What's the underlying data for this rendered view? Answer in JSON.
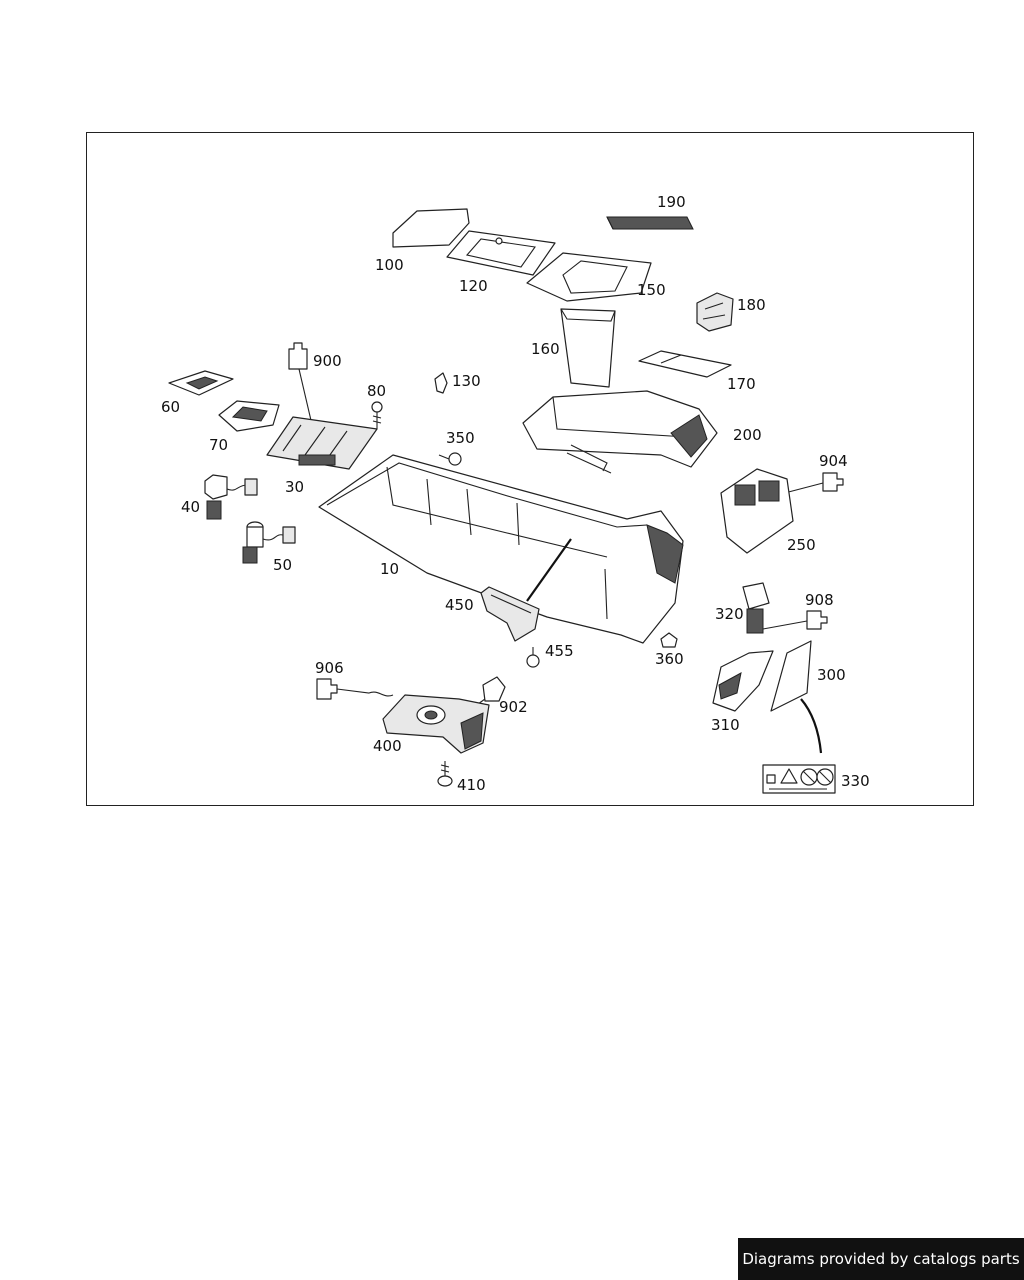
{
  "diagram": {
    "labels": {
      "p10": "10",
      "p30": "30",
      "p40": "40",
      "p50": "50",
      "p60": "60",
      "p70": "70",
      "p80": "80",
      "p100": "100",
      "p120": "120",
      "p130": "130",
      "p150": "150",
      "p160": "160",
      "p170": "170",
      "p180": "180",
      "p190": "190",
      "p200": "200",
      "p250": "250",
      "p300": "300",
      "p310": "310",
      "p320": "320",
      "p330": "330",
      "p350": "350",
      "p360": "360",
      "p400": "400",
      "p410": "410",
      "p450": "450",
      "p455": "455",
      "p900": "900",
      "p902": "902",
      "p904": "904",
      "p906": "906",
      "p908": "908"
    }
  },
  "footer": {
    "credit": "Diagrams provided by catalogs parts"
  }
}
